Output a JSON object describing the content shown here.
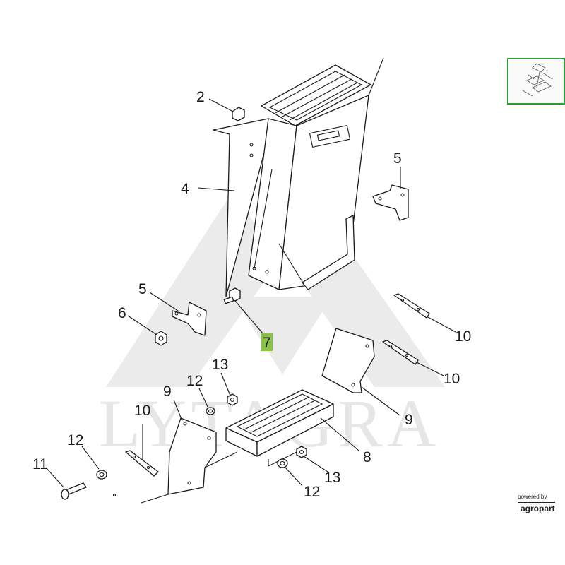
{
  "watermark": {
    "text": "LYTAGRA"
  },
  "callouts": {
    "c2": "2",
    "c4": "4",
    "c5a": "5",
    "c5b": "5",
    "c6": "6",
    "c7": "7",
    "c8": "8",
    "c9a": "9",
    "c9b": "9",
    "c10a": "10",
    "c10b": "10",
    "c10c": "10",
    "c11": "11",
    "c12a": "12",
    "c12b": "12",
    "c12c": "12",
    "c13a": "13",
    "c13b": "13"
  },
  "highlight_color": "#8bc34a",
  "thumbnail_border_color": "#2e9a3a",
  "powered_by": {
    "label": "powered by",
    "brand": "agropart"
  }
}
